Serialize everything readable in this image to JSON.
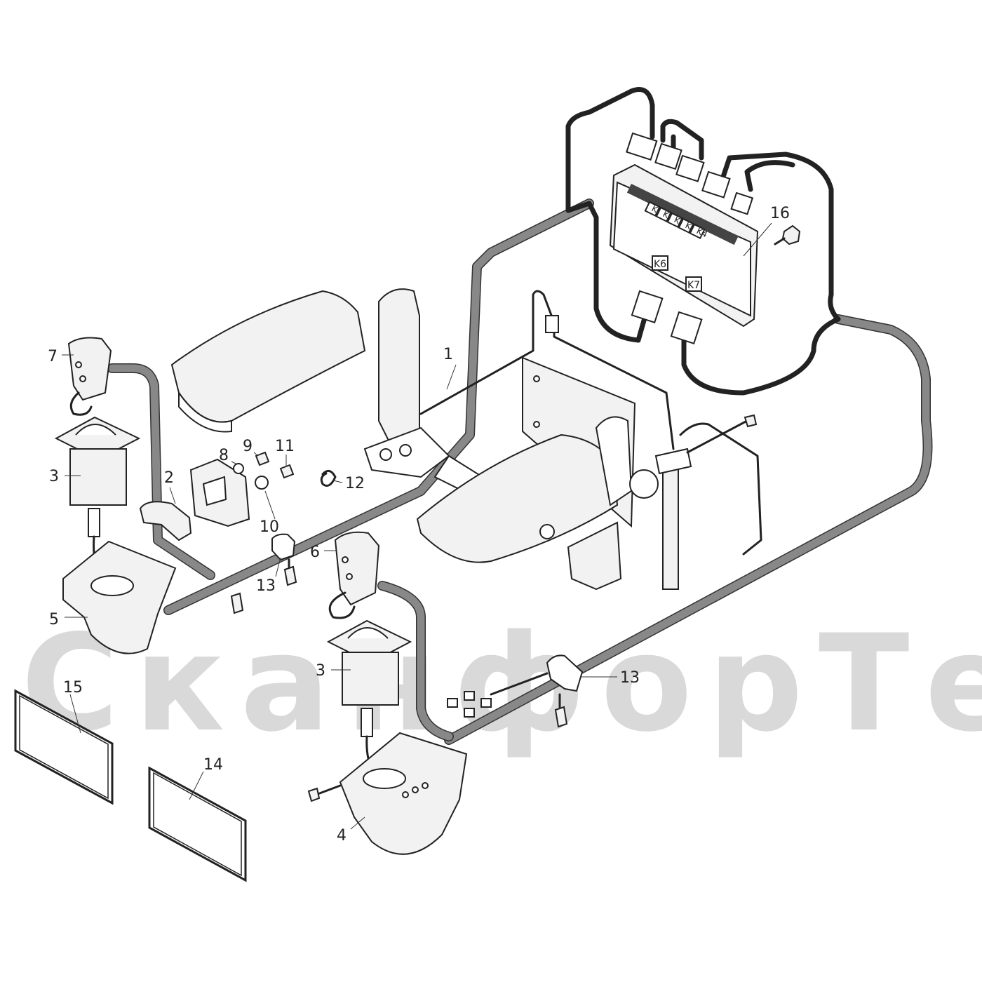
{
  "watermark": {
    "text": "СканфорТек"
  },
  "module_labels": {
    "k1": "K1",
    "k2": "K2",
    "k3": "K3",
    "k5": "K5",
    "k4": "K4",
    "k6": "K6",
    "k7": "K7"
  },
  "callouts": [
    {
      "id": "1",
      "label": "1"
    },
    {
      "id": "2",
      "label": "2"
    },
    {
      "id": "3a",
      "label": "3"
    },
    {
      "id": "3b",
      "label": "3"
    },
    {
      "id": "4",
      "label": "4"
    },
    {
      "id": "5",
      "label": "5"
    },
    {
      "id": "6",
      "label": "6"
    },
    {
      "id": "7",
      "label": "7"
    },
    {
      "id": "8",
      "label": "8"
    },
    {
      "id": "9",
      "label": "9"
    },
    {
      "id": "10",
      "label": "10"
    },
    {
      "id": "11",
      "label": "11"
    },
    {
      "id": "12",
      "label": "12"
    },
    {
      "id": "13a",
      "label": "13"
    },
    {
      "id": "13b",
      "label": "13"
    },
    {
      "id": "14",
      "label": "14"
    },
    {
      "id": "15",
      "label": "15"
    },
    {
      "id": "16",
      "label": "16"
    }
  ]
}
